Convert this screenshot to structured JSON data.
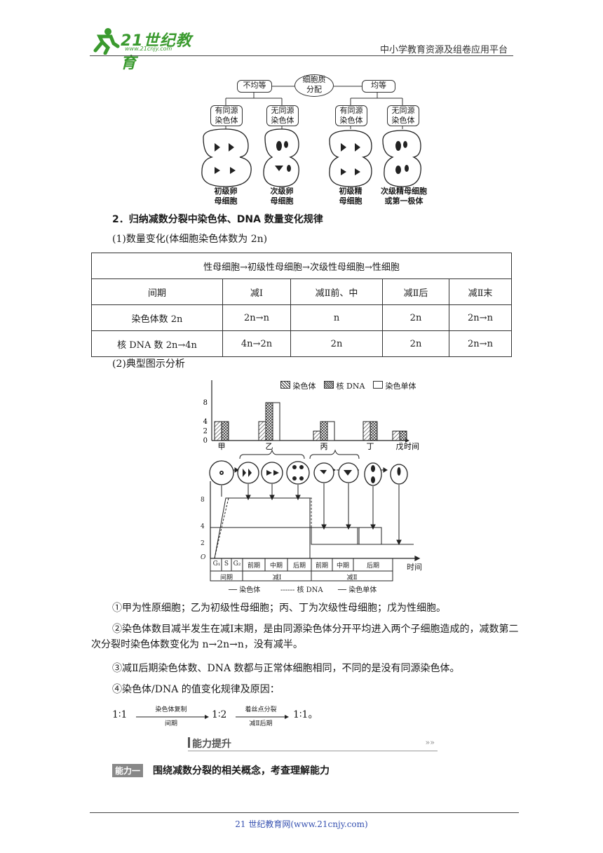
{
  "header": {
    "logo_text": "21世纪教育",
    "logo_url": "www.21cnjy.com",
    "right_text": "中小学教育资源及组卷应用平台"
  },
  "diagram1": {
    "center": "细胞质\n分配",
    "left_branch": "不均等",
    "right_branch": "均等",
    "boxes": [
      "有同源\n染色体",
      "无同源\n染色体",
      "有同源\n染色体",
      "无同源\n染色体"
    ],
    "labels": [
      "初级卵\n母细胞",
      "次级卵\n母细胞",
      "初级精\n母细胞",
      "次级精母细胞\n或第一极体"
    ]
  },
  "section2": {
    "heading": "2．归纳减数分裂中染色体、DNA 数量变化规律",
    "sub1": "(1)数量变化(体细胞染色体数为 2n)",
    "table": {
      "title": "性母细胞→初级性母细胞→次级性母细胞→性细胞",
      "header": [
        "间期",
        "减Ⅰ",
        "减Ⅱ前、中",
        "减Ⅱ后",
        "减Ⅱ末"
      ],
      "rows": [
        [
          "染色体数 2n",
          "2n→n",
          "n",
          "2n",
          "2n→n"
        ],
        [
          "核 DNA 数 2n→4n",
          "4n→2n",
          "2n",
          "2n",
          "2n→n"
        ]
      ]
    },
    "sub2": "(2)典型图示分析"
  },
  "chart_data": {
    "type": "bar",
    "legend": [
      "染色体",
      "核 DNA",
      "染色单体"
    ],
    "categories": [
      "甲",
      "乙",
      "丙",
      "丁",
      "戊"
    ],
    "x_axis_label": "时间",
    "yticks": [
      "0",
      "2",
      "4",
      "8"
    ],
    "series": [
      {
        "name": "染色体",
        "values": [
          4,
          4,
          2,
          4,
          2
        ]
      },
      {
        "name": "核 DNA",
        "values": [
          4,
          8,
          4,
          4,
          2
        ]
      },
      {
        "name": "染色单体",
        "values": [
          0,
          8,
          4,
          0,
          0
        ]
      }
    ]
  },
  "linechart": {
    "yticks": [
      "O",
      "2",
      "4",
      "8"
    ],
    "phases_top": [
      "G₁",
      "S",
      "G₂",
      "前期",
      "中期",
      "后期",
      "前期",
      "中期",
      "后期"
    ],
    "groups": [
      "间期",
      "减Ⅰ",
      "减Ⅱ"
    ],
    "x_label": "时间",
    "legend": [
      "── 染色体",
      "------ 核 DNA",
      "── 染色单体"
    ]
  },
  "points": [
    "①甲为性原细胞；乙为初级性母细胞；丙、丁为次级性母细胞；戊为性细胞。",
    "②染色体数目减半发生在减Ⅰ末期，是由同源染色体分开平均进入两个子细胞造成的，减数第二次分裂时染色体数变化为 n→2n→n，没有减半。",
    "③减Ⅱ后期染色体数、DNA 数都与正常体细胞相同，不同的是没有同源染色体。",
    "④染色体/DNA 的值变化规律及原因："
  ],
  "ratio": {
    "r1": "1∶1",
    "arrow1_top": "染色体复制",
    "arrow1_bottom": "间期",
    "r2": "1∶2",
    "arrow2_top": "着丝点分裂",
    "arrow2_bottom": "减Ⅱ后期",
    "r3": "1∶1。"
  },
  "ability": {
    "banner": "能力提升",
    "badge": "能力一",
    "title": "围绕减数分裂的相关概念，考查理解能力"
  },
  "footer": "21 世纪教育网(www.21cnjy.com)"
}
